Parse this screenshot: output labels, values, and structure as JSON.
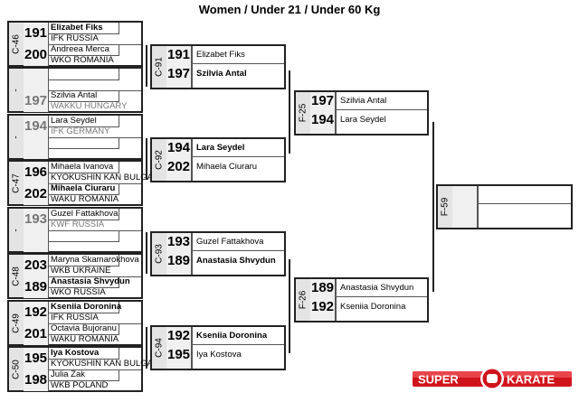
{
  "title": "Women / Under 21 / Under 60 Kg",
  "round1": [
    {
      "label": "C-46",
      "a": {
        "num": "191",
        "name": "Elizabet Fiks",
        "club": "IFK RUSSIA",
        "bold": true
      },
      "b": {
        "num": "200",
        "name": "Andreea Merca",
        "club": "WKO ROMANIA",
        "bold": false
      }
    },
    {
      "label": "-",
      "a": {
        "num": "",
        "name": "",
        "club": ""
      },
      "b": {
        "num": "197",
        "name": "Szilvia Antal",
        "club": "WAKKU HUNGARY",
        "grey": true
      }
    },
    {
      "label": "-",
      "a": {
        "num": "194",
        "name": "Lara Seydel",
        "club": "IFK GERMANY",
        "grey": true
      },
      "b": {
        "num": "",
        "name": "",
        "club": ""
      }
    },
    {
      "label": "C-47",
      "a": {
        "num": "196",
        "name": "Mihaela Ivanova",
        "club": "KYOKUSHIN KAN BULGA"
      },
      "b": {
        "num": "202",
        "name": "Mihaela Ciuraru",
        "club": "WAKU ROMANIA",
        "bold": true
      }
    },
    {
      "label": "-",
      "a": {
        "num": "193",
        "name": "Guzel Fattakhova",
        "club": "KWF RUSSIA",
        "grey": true
      },
      "b": {
        "num": "",
        "name": "",
        "club": ""
      }
    },
    {
      "label": "C-48",
      "a": {
        "num": "203",
        "name": "Maryna Skamarokhova",
        "club": "WKB UKRAINE"
      },
      "b": {
        "num": "189",
        "name": "Anastasia Shvydun",
        "club": "WKO RUSSIA",
        "bold": true
      }
    },
    {
      "label": "C-49",
      "a": {
        "num": "192",
        "name": "Kseniia Doronina",
        "club": "IFK RUSSIA",
        "bold": true
      },
      "b": {
        "num": "201",
        "name": "Octavia Bujoranu",
        "club": "WAKU ROMANIA"
      }
    },
    {
      "label": "C-50",
      "a": {
        "num": "195",
        "name": "Iya Kostova",
        "club": "KYOKUSHIN KAN BULGA",
        "bold": true
      },
      "b": {
        "num": "198",
        "name": "Julia Zak",
        "club": "WKB POLAND"
      }
    }
  ],
  "round2": [
    {
      "label": "C-91",
      "a": {
        "num": "191",
        "name": "Elizabet Fiks"
      },
      "b": {
        "num": "197",
        "name": "Szilvia Antal",
        "bold": true
      }
    },
    {
      "label": "C-92",
      "a": {
        "num": "194",
        "name": "Lara Seydel",
        "bold": true
      },
      "b": {
        "num": "202",
        "name": "Mihaela Ciuraru"
      }
    },
    {
      "label": "C-93",
      "a": {
        "num": "193",
        "name": "Guzel Fattakhova"
      },
      "b": {
        "num": "189",
        "name": "Anastasia Shvydun",
        "bold": true
      }
    },
    {
      "label": "C-94",
      "a": {
        "num": "192",
        "name": "Kseniia Doronina",
        "bold": true
      },
      "b": {
        "num": "195",
        "name": "Iya Kostova"
      }
    }
  ],
  "round3": [
    {
      "label": "F-25",
      "a": {
        "num": "197",
        "name": "Szilvia Antal"
      },
      "b": {
        "num": "194",
        "name": "Lara Seydel"
      }
    },
    {
      "label": "F-26",
      "a": {
        "num": "189",
        "name": "Anastasia Shvydun"
      },
      "b": {
        "num": "192",
        "name": "Kseniia Doronina"
      }
    }
  ],
  "final": {
    "label": "F-59",
    "a": {
      "num": "",
      "name": ""
    },
    "b": {
      "num": "",
      "name": ""
    }
  },
  "logo": {
    "left": "SUPER",
    "right": "KARATE",
    "color": "#d0141c"
  }
}
